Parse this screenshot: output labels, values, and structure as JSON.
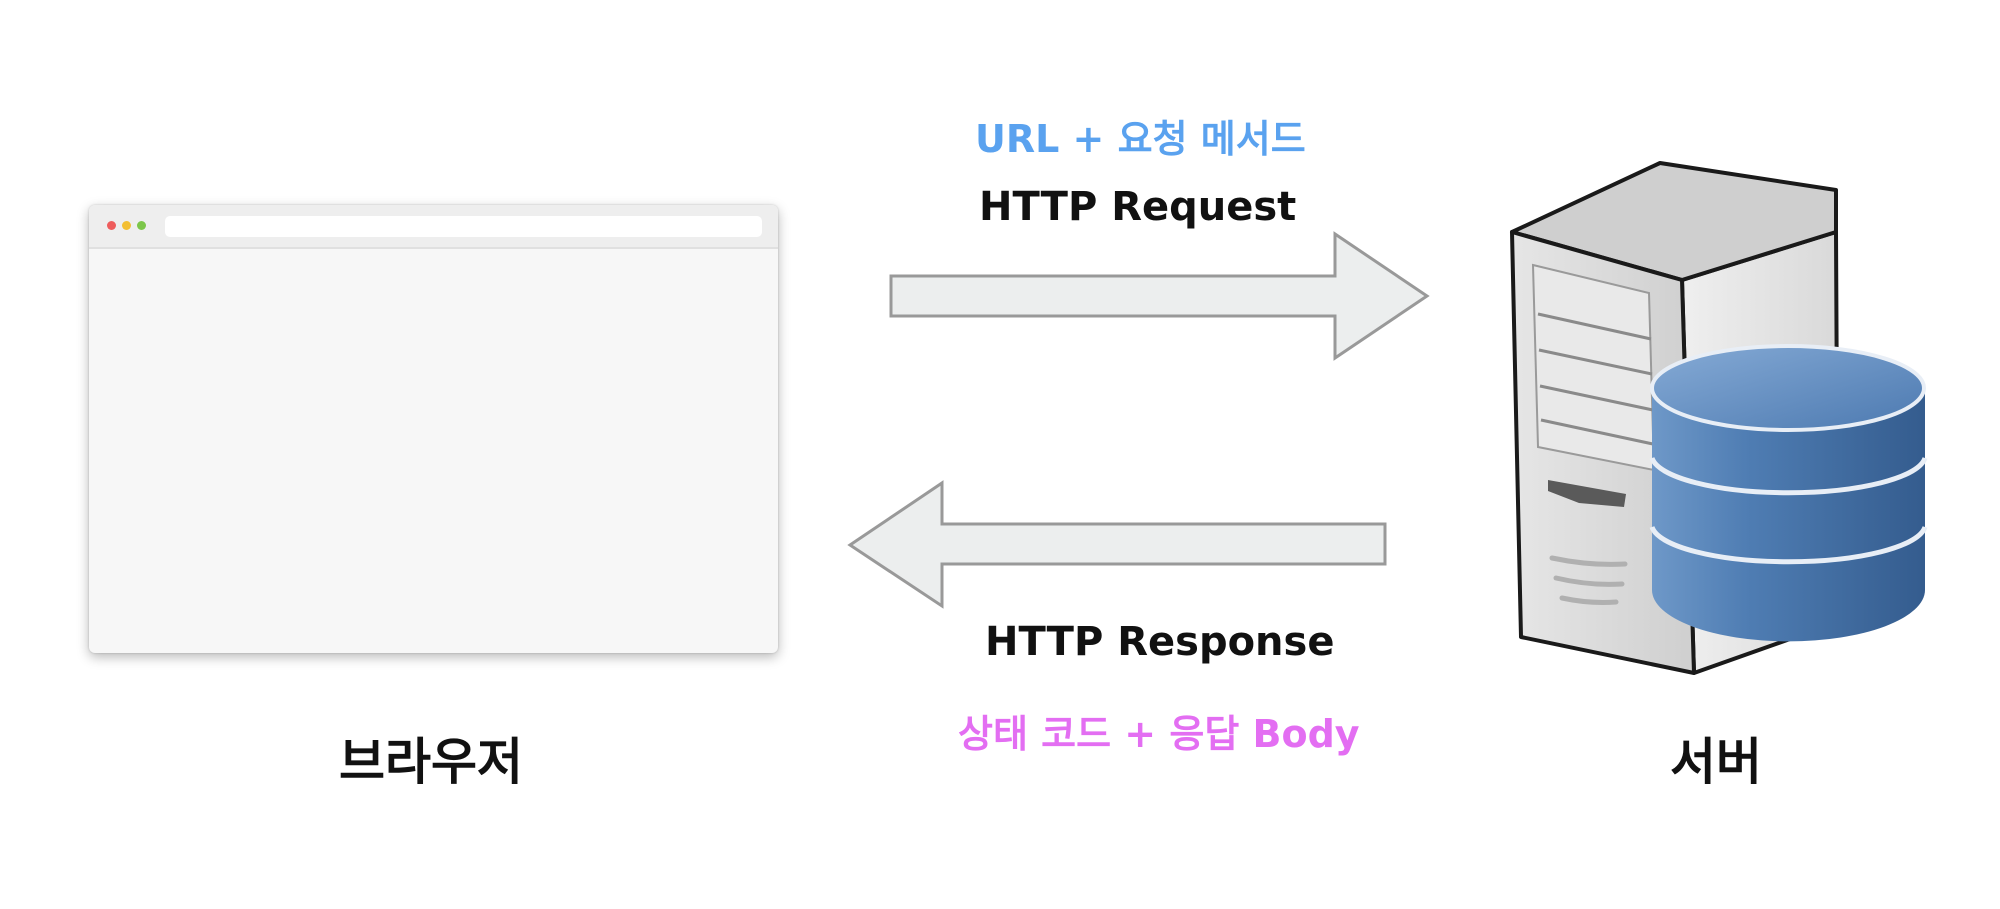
{
  "request": {
    "note": "URL + 요청 메서드",
    "label": "HTTP Request",
    "note_color": "#5aa2ef"
  },
  "response": {
    "label": "HTTP Response",
    "note": "상태 코드 + 응답 Body",
    "note_color": "#e36ef2"
  },
  "client": {
    "label": "브라우저",
    "dot_colors": [
      "#ee5d5d",
      "#f3bf33",
      "#7cc64a"
    ]
  },
  "server": {
    "label": "서버",
    "icon": "server-database-icon"
  },
  "colors": {
    "arrow_fill": "#eceeee",
    "arrow_stroke": "#999999",
    "db_blue": "#4a77ad"
  }
}
